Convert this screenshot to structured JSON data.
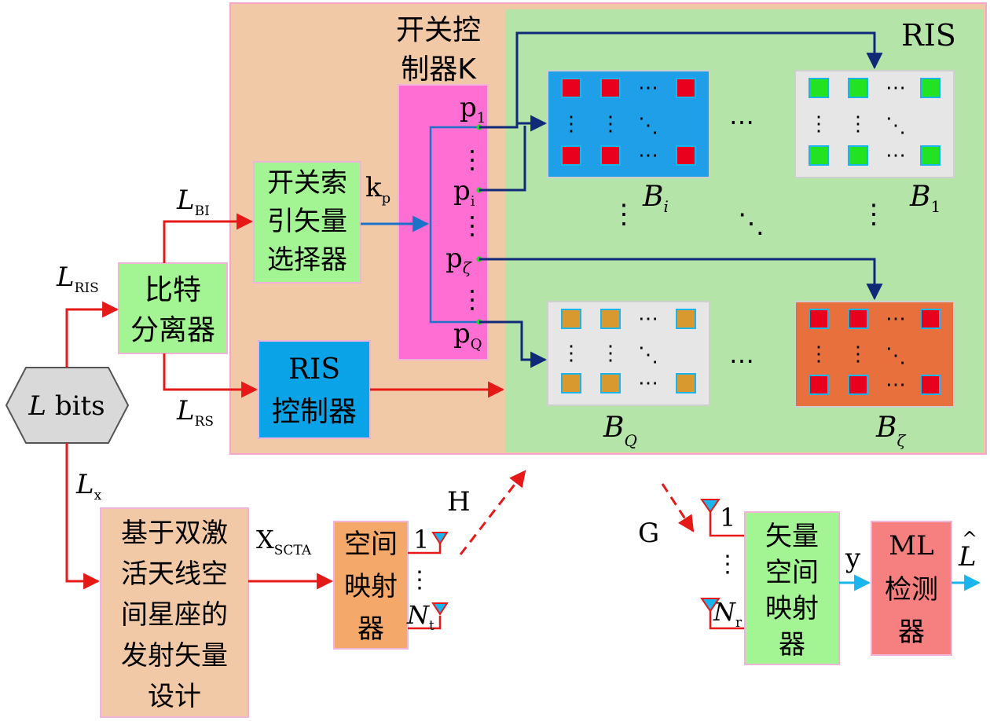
{
  "ris_label": "RIS",
  "switch_controller": {
    "line1": "开关控",
    "line2": "制器K"
  },
  "switch_ports": [
    {
      "base": "p",
      "sub": "1"
    },
    {
      "base": "p",
      "sub": "i"
    },
    {
      "base": "p",
      "sub": "ζ"
    },
    {
      "base": "p",
      "sub": "Q"
    }
  ],
  "switch_index_selector": {
    "lines": [
      "开关索",
      "引矢量",
      "选择器"
    ],
    "output_label": {
      "base": "k",
      "sub": "p"
    }
  },
  "bit_splitter": {
    "lines": [
      "比特",
      "分离器"
    ]
  },
  "ris_controller": {
    "lines": [
      "RIS",
      "控制器"
    ]
  },
  "input_block": {
    "var": "L",
    "text": "bits"
  },
  "labels": {
    "L_BI": {
      "var": "L",
      "sub": "BI"
    },
    "L_RIS": {
      "var": "L",
      "sub": "RIS"
    },
    "L_RS": {
      "var": "L",
      "sub": "RS"
    },
    "L_x": {
      "var": "L",
      "sub": "x"
    },
    "X_SCTA": {
      "base": "X",
      "sub": "SCTA"
    },
    "H": "H",
    "G": "G",
    "y": "y",
    "L_hat": "L"
  },
  "tx_design": {
    "lines": [
      "基于双激",
      "活天线空",
      "间星座的",
      "发射矢量",
      "设计"
    ]
  },
  "spatial_mapper": {
    "lines": [
      "空间",
      "映射",
      "器"
    ]
  },
  "tx_antennas": {
    "first": "1",
    "last_var": "N",
    "last_sub": "t"
  },
  "rx_antennas": {
    "first": "1",
    "last_var": "N",
    "last_sub": "r"
  },
  "vector_mapper": {
    "lines": [
      "矢量",
      "空间",
      "映射",
      "器"
    ]
  },
  "ml_detector": {
    "lines": [
      "ML",
      "检测",
      "器"
    ]
  },
  "ris_blocks": [
    {
      "name": "B",
      "sub": "i",
      "color": "#1e9fe8",
      "element_color": "#e8001c"
    },
    {
      "name": "B",
      "sub": "1",
      "color": "#e6e6e6",
      "element_color": "#22e222"
    },
    {
      "name": "B",
      "sub": "Q",
      "color": "#e6e6e6",
      "element_color": "#d89a2e"
    },
    {
      "name": "B",
      "sub": "ζ",
      "color": "#e8703c",
      "element_color": "#e8001c"
    }
  ],
  "colors": {
    "peach_region": "#f2c9a6",
    "green_region": "#b5e4a8",
    "light_green_box": "#a3f593",
    "magenta_box": "#ff6ed2",
    "blue_box": "#0aa3e8",
    "red_arrow": "#e61919",
    "navy_arrow": "#102a78",
    "cyan_arrow": "#1bb4ec",
    "ml_box": "#f67f7f"
  },
  "ellipsis": "⋯",
  "vdots": "⋮",
  "ddots": "⋱"
}
